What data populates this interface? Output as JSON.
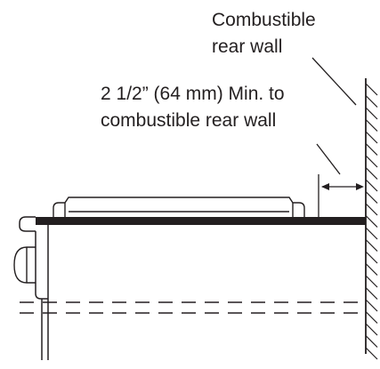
{
  "labels": {
    "wall_line1": "Combustible",
    "wall_line2": "rear wall",
    "clearance_line1": "2 1/2” (64 mm) Min. to",
    "clearance_line2": "combustible rear wall"
  },
  "colors": {
    "ink": "#231f20",
    "background": "#ffffff"
  }
}
